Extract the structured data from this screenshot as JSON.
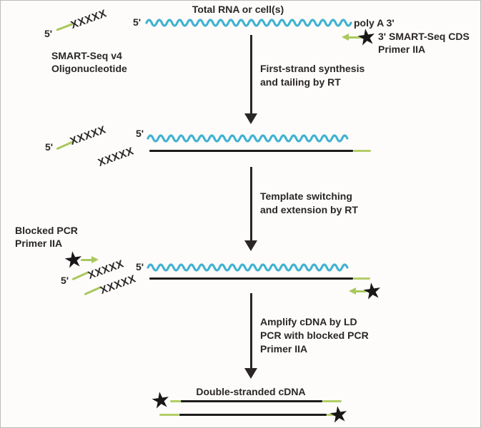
{
  "colors": {
    "rna_blue": "#41b2d2",
    "oligo_green": "#a9c85e",
    "ink": "#2b2627"
  },
  "icons": {
    "star": "★"
  },
  "stage1": {
    "title": "Total RNA or cell(s)",
    "strand_5prime": "5'",
    "poly_a_label": "poly A 3'",
    "oligo": {
      "five_prime": "5'",
      "xxxxx": "XXXXX",
      "name_line1": "SMART-Seq v4",
      "name_line2": "Oligonucleotide"
    },
    "cds_primer": {
      "line1": "3' SMART-Seq CDS",
      "line2": "Primer IIA"
    }
  },
  "step1": {
    "line1": "First-strand synthesis",
    "line2": "and tailing by RT"
  },
  "stage2": {
    "strand_5prime": "5'",
    "oligo": {
      "five_prime": "5'",
      "xxxxx_top": "XXXXX",
      "xxxxx_bottom": "XXXXX"
    }
  },
  "step2": {
    "line1": "Template switching",
    "line2": "and extension by RT"
  },
  "stage3": {
    "blocked_primer": {
      "line1": "Blocked PCR",
      "line2": "Primer IIA"
    },
    "strand_5prime": "5'",
    "oligo": {
      "five_prime": "5'",
      "xxxxx_top": "XXXXX",
      "xxxxx_bottom": "XXXXX"
    }
  },
  "step3": {
    "line1": "Amplify cDNA by LD",
    "line2": "PCR with blocked PCR",
    "line3": "Primer IIA"
  },
  "stage4": {
    "title": "Double-stranded cDNA"
  }
}
